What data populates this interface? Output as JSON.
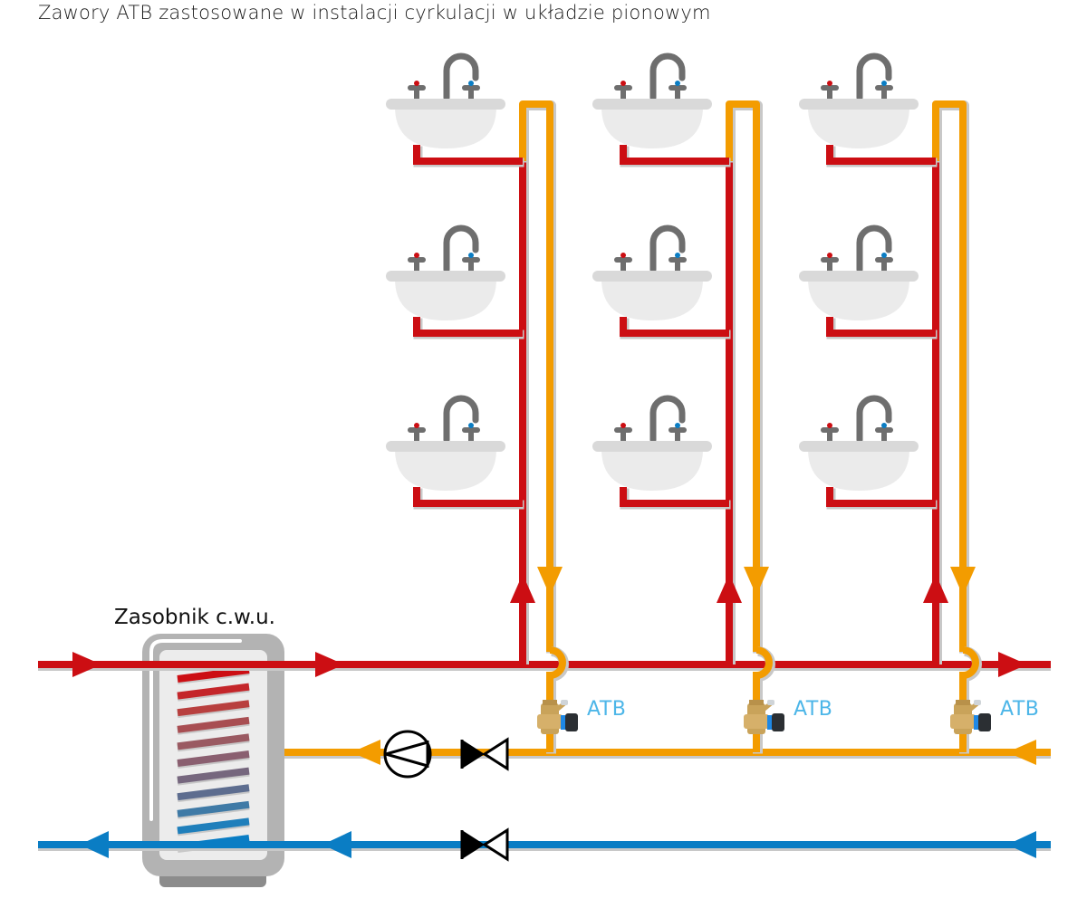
{
  "title": "Zawory ATB zastosowane w instalacji cyrkulacji w układzie pionowym",
  "tank": {
    "label": "Zasobnik c.w.u."
  },
  "valves": [
    {
      "label": "ATB"
    },
    {
      "label": "ATB"
    },
    {
      "label": "ATB"
    }
  ],
  "risers": [
    {
      "name": "riser-1",
      "sinks": 3
    },
    {
      "name": "riser-2",
      "sinks": 3
    },
    {
      "name": "riser-3",
      "sinks": 3
    }
  ],
  "lines": {
    "hot_water": {
      "color": "#cc0e13",
      "direction": "right"
    },
    "circulation": {
      "color": "#f39c00",
      "direction": "left"
    },
    "cold_water": {
      "color": "#0a7dc4",
      "direction": "left"
    }
  },
  "components": {
    "pump": "circulation-pump",
    "shutoff_valves": [
      "circulation-shutoff-valve",
      "cold-water-shutoff-valve"
    ]
  },
  "colors": {
    "hot": "#cc0e13",
    "circulation": "#f39c00",
    "cold": "#0a7dc4",
    "atb_text": "#4db6e8",
    "tank_shell": "#b3b3b3",
    "tank_inner": "#ececec"
  }
}
